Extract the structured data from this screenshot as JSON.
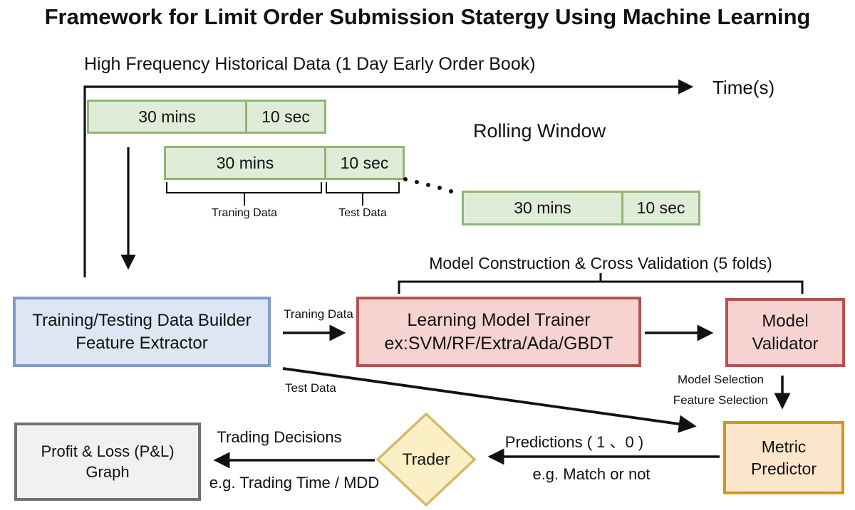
{
  "title": "Framework for Limit Order Submission Statergy Using Machine Learning",
  "timeline": {
    "header": "High Frequency Historical Data (1 Day Early Order Book)",
    "axis_label": "Time(s)",
    "rolling_window_label": "Rolling Window",
    "windows": [
      {
        "train": "30 mins",
        "test": "10 sec"
      },
      {
        "train": "30 mins",
        "test": "10 sec"
      },
      {
        "train": "30 mins",
        "test": "10 sec"
      }
    ],
    "training_brace_label": "Traning Data",
    "test_brace_label": "Test Data"
  },
  "cross_validation": {
    "label": "Model Construction & Cross Validation (5 folds)"
  },
  "nodes": {
    "data_builder": {
      "line1": "Training/Testing Data Builder",
      "line2": "Feature Extractor"
    },
    "model_trainer": {
      "line1": "Learning Model Trainer",
      "line2": "ex:SVM/RF/Extra/Ada/GBDT"
    },
    "model_validator": {
      "line1": "Model",
      "line2": "Validator"
    },
    "metric_predictor": {
      "line1": "Metric",
      "line2": "Predictor"
    },
    "trader": {
      "label": "Trader"
    },
    "pnl_graph": {
      "line1": "Profit & Loss (P&L)",
      "line2": "Graph"
    }
  },
  "edge_labels": {
    "training_data": "Traning Data",
    "test_data": "Test Data",
    "model_selection": "Model Selection",
    "feature_selection": "Feature Selection",
    "predictions": "Predictions ( 1 、0 )",
    "predictions_note": "e.g. Match or not",
    "trading_decisions": "Trading Decisions",
    "trading_decisions_note": "e.g. Trading Time / MDD"
  },
  "colors": {
    "window_fill": "#dfecd7",
    "window_border": "#8fb573",
    "builder_fill": "#dce7f3",
    "builder_border": "#7e9cc8",
    "trainer_fill": "#f6d3d1",
    "trainer_border": "#b25350",
    "metric_fill": "#fbe6cb",
    "metric_border": "#d1971d",
    "trader_fill": "#faefc5",
    "trader_border": "#d3ba69",
    "pnl_fill": "#f1f1f1",
    "pnl_border": "#6f6f6f",
    "arrow": "#111111"
  }
}
